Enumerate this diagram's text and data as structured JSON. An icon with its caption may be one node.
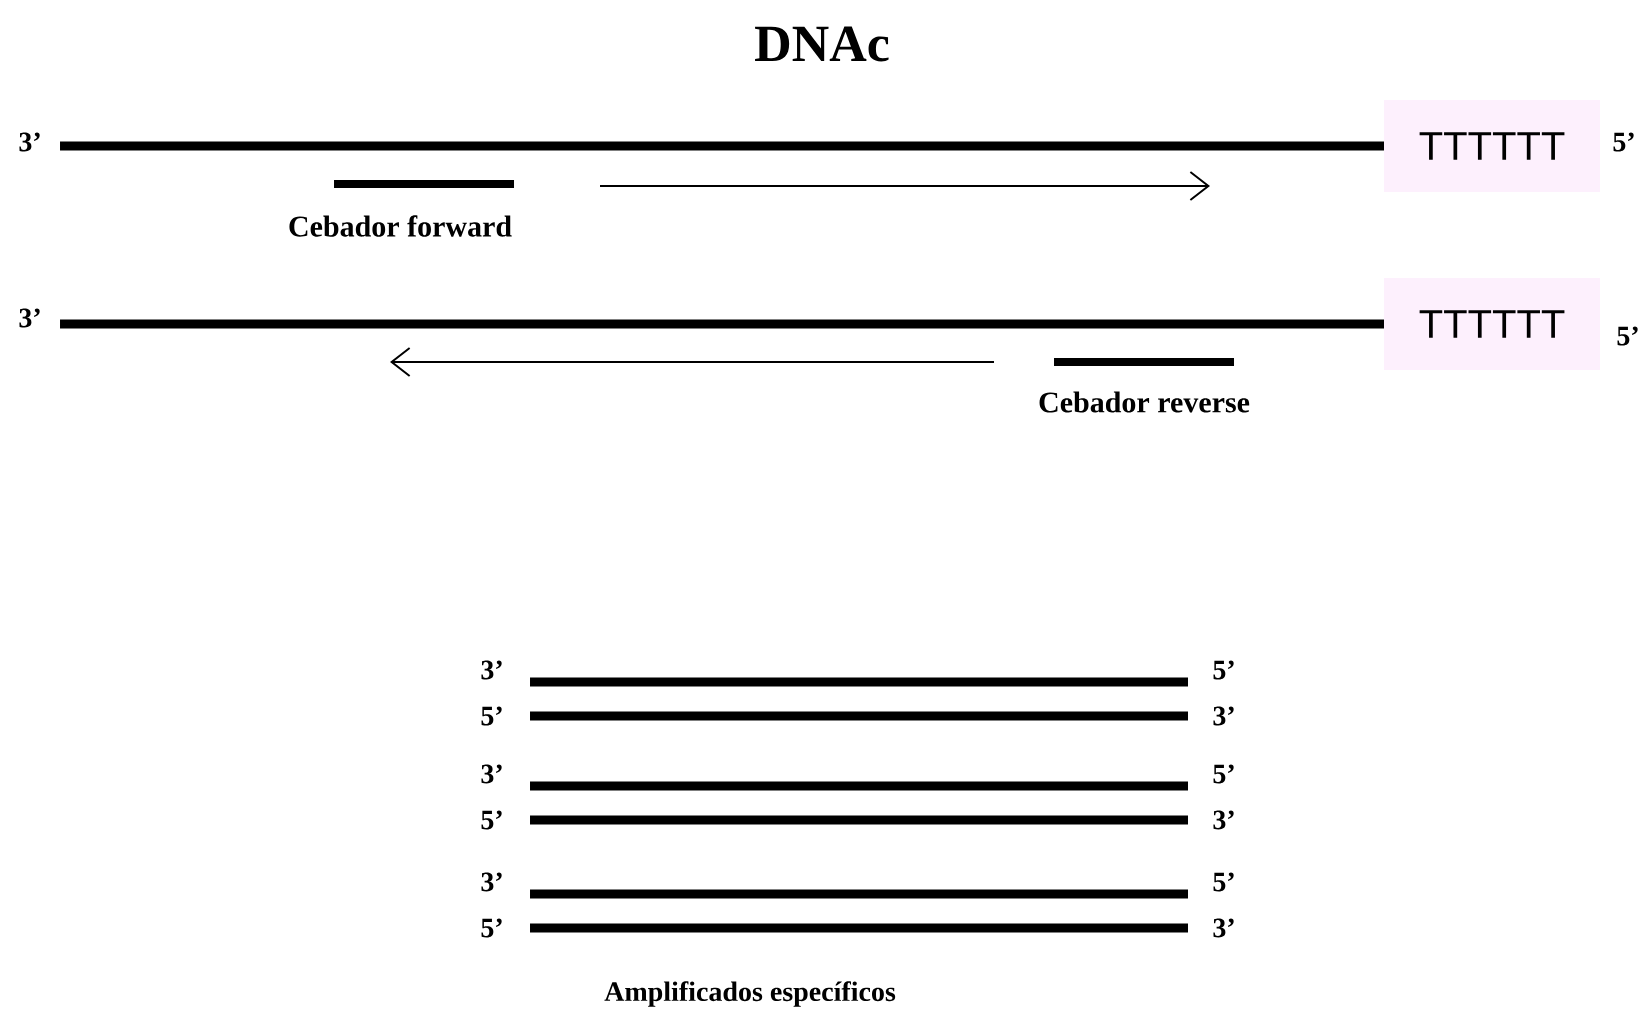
{
  "diagram": {
    "title": "DNAc",
    "nodes": [
      {
        "text": [
          "TTTTTT"
        ]
      },
      {
        "text": [
          "TTTTTT"
        ]
      }
    ],
    "labels": [
      "3’",
      "5’",
      "Cebador forward",
      "3’",
      "5’",
      "Cebador reverse",
      "3’",
      "5’",
      "5’",
      "3’",
      "3’",
      "5’",
      "5’",
      "3’",
      "3’",
      "5’",
      "5’",
      "3’",
      "Amplificados específicos"
    ]
  }
}
